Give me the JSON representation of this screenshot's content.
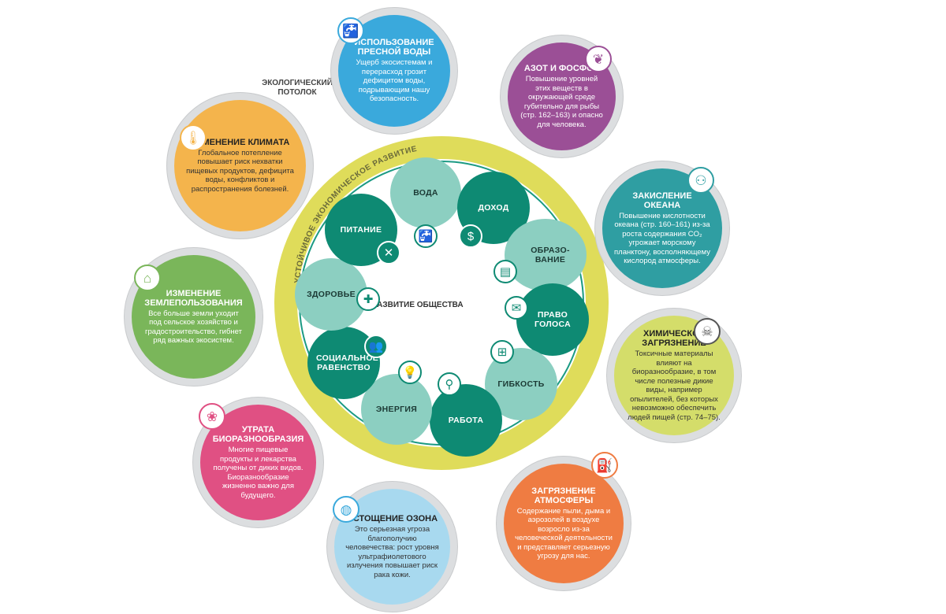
{
  "labels": {
    "ceiling": "ЭКОЛОГИЧЕСКИЙ ПОТОЛОК",
    "ring": "УСТОЙЧИВОЕ ЭКОНОМИЧЕСКОЕ РАЗВИТИЕ",
    "center": "РАЗВИТИЕ ОБЩЕСТВА"
  },
  "colors": {
    "ring": "#dfdc5a",
    "ring_inner": "#ffffff",
    "inner_line": "#1b9a83",
    "dark_node": "#0e8a73",
    "light_node": "#8ccfc1"
  },
  "boundaries": [
    {
      "id": "water",
      "title": "ИСПОЛЬЗОВАНИЕ ПРЕСНОЙ ВОДЫ",
      "text": "Ущерб экосистемам и перерасход грозит дефицитом воды, подрывающим нашу безопасность.",
      "color": "#3aa9dc",
      "icon": "water-tap-icon",
      "glyph": "🚰"
    },
    {
      "id": "nitrogen",
      "title": "АЗОТ И ФОСФОР",
      "text": "Повышение уровней этих веществ в окружающей среде губительно для рыбы (стр. 162–163) и опасно для человека.",
      "color": "#9b4f96",
      "icon": "plant-icon",
      "glyph": "❦"
    },
    {
      "id": "acid",
      "title": "ЗАКИСЛЕНИЕ ОКЕАНА",
      "text": "Повышение кислотности океана (стр. 160–161) из-за роста содержания CO₂ угрожает морскому планктону, восполняющему кислород атмосферы.",
      "color": "#2f9ea2",
      "icon": "bubbles-icon",
      "glyph": "⚇"
    },
    {
      "id": "chemical",
      "title": "ХИМИЧЕСКОЕ ЗАГРЯЗНЕНИЕ",
      "text": "Токсичные материалы влияют на биоразнообразие, в том числе полезные дикие виды, например опылителей, без которых невозможно обеспечить людей пищей (стр. 74–75).",
      "color": "#d4dd6a",
      "icon": "skull-icon",
      "glyph": "☠"
    },
    {
      "id": "air",
      "title": "ЗАГРЯЗНЕНИЕ АТМОСФЕРЫ",
      "text": "Содержание пыли, дыма и аэрозолей в воздухе возросло из-за человеческой деятельности и представляет серьезную угрозу для нас.",
      "color": "#ef7c42",
      "icon": "spray-icon",
      "glyph": "⛽"
    },
    {
      "id": "ozone",
      "title": "ИСТОЩЕНИЕ ОЗОНА",
      "text": "Это серьезная угроза благополучию человечества: рост уровня ультрафиолетового излучения повышает риск рака кожи.",
      "color": "#a8d9ef",
      "icon": "globe-icon",
      "glyph": "◍"
    },
    {
      "id": "biodiv",
      "title": "УТРАТА БИОРАЗНООБРАЗИЯ",
      "text": "Многие пищевые продукты и лекарства получены от диких видов. Биоразнообразие жизненно важно для будущего.",
      "color": "#e05083",
      "icon": "butterfly-icon",
      "glyph": "❀"
    },
    {
      "id": "land",
      "title": "ИЗМЕНЕНИЕ ЗЕМЛЕПОЛЬЗОВАНИЯ",
      "text": "Все больше земли уходит под сельское хозяйство и градостроительство, гибнет ряд важных экосистем.",
      "color": "#7ab65a",
      "icon": "farm-icon",
      "glyph": "⌂"
    },
    {
      "id": "climate",
      "title": "ИЗМЕНЕНИЕ КЛИМАТА",
      "text": "Глобальное потепление повышает риск нехватки пищевых продуктов, дефицита воды, конфликтов и распространения болезней.",
      "color": "#f4b44c",
      "icon": "thermometer-icon",
      "glyph": "🌡"
    }
  ],
  "social": [
    {
      "id": "water",
      "label": "ВОДА",
      "style": "light",
      "icon": "tap-icon",
      "glyph": "🚰"
    },
    {
      "id": "income",
      "label": "ДОХОД",
      "style": "dark",
      "icon": "dollar-icon",
      "glyph": "$"
    },
    {
      "id": "education",
      "label": "ОБРАЗО-ВАНИЕ",
      "style": "light",
      "icon": "book-icon",
      "glyph": "▤"
    },
    {
      "id": "voice",
      "label": "ПРАВО ГОЛОСА",
      "style": "dark",
      "icon": "speech-icon",
      "glyph": "✉"
    },
    {
      "id": "resilience",
      "label": "ГИБКОСТЬ",
      "style": "light",
      "icon": "network-icon",
      "glyph": "⊞"
    },
    {
      "id": "jobs",
      "label": "РАБОТА",
      "style": "dark",
      "icon": "job-search-icon",
      "glyph": "⚲"
    },
    {
      "id": "energy",
      "label": "ЭНЕРГИЯ",
      "style": "light",
      "icon": "bulb-icon",
      "glyph": "💡"
    },
    {
      "id": "equity",
      "label": "СОЦИАЛЬНОЕ РАВЕНСТВО",
      "style": "dark",
      "icon": "people-icon",
      "glyph": "👥"
    },
    {
      "id": "health",
      "label": "ЗДОРОВЬЕ",
      "style": "light",
      "icon": "first-aid-icon",
      "glyph": "✚"
    },
    {
      "id": "food",
      "label": "ПИТАНИЕ",
      "style": "dark",
      "icon": "cutlery-icon",
      "glyph": "✕"
    }
  ]
}
